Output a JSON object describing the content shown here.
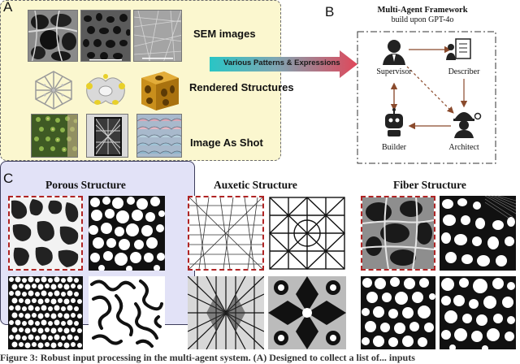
{
  "panelA": {
    "letter": "A",
    "rows": [
      {
        "label": "SEM images"
      },
      {
        "label": "Rendered Structures"
      },
      {
        "label": "Image As Shot"
      }
    ]
  },
  "arrow": {
    "label": "Various Patterns & Expressions"
  },
  "panelB": {
    "letter": "B",
    "title": "Multi-Agent Framework",
    "subtitle": "build upon GPT-4o",
    "agents": {
      "supervisor": "Supervisor",
      "describer": "Describer",
      "builder": "Builder",
      "architect": "Architect"
    }
  },
  "panelC": {
    "letter": "C",
    "columns": [
      {
        "title": "Porous Structure"
      },
      {
        "title": "Auxetic Structure"
      },
      {
        "title": "Fiber Structure"
      }
    ]
  },
  "caption": {
    "text": "Figure 3: Robust input processing in the multi-agent system. (A) Designed to collect a list of... inputs"
  },
  "colors": {
    "panelA_bg": "#fbf7cf",
    "panelB_bg": "#e2e2f7",
    "reference_border": "#b02424",
    "arrow_accent": "#e0475a"
  }
}
